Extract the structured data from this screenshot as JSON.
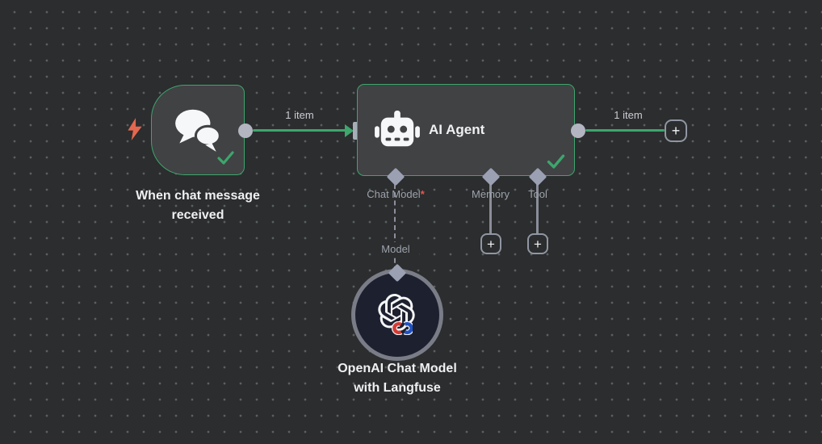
{
  "palette": {
    "canvas_bg": "#2b2d2e",
    "node_bg": "#414244",
    "accent_green": "#3ea56d",
    "connector_gray": "#9ba0b3",
    "model_node_bg": "#1d202e",
    "error_red": "#e25950",
    "trigger_bolt_orange": "#e4674f"
  },
  "nodes": {
    "trigger": {
      "title_line1": "When chat message",
      "title_line2": "received",
      "icon": "chat-bubbles-icon",
      "status": "success"
    },
    "agent": {
      "title": "AI Agent",
      "icon": "robot-icon",
      "status": "success",
      "ports": [
        {
          "label": "Chat Model",
          "required_marker": "*"
        },
        {
          "label": "Memory",
          "required_marker": ""
        },
        {
          "label": "Tool",
          "required_marker": ""
        }
      ]
    },
    "model": {
      "title_line1": "OpenAI Chat Model",
      "title_line2": "with Langfuse",
      "icon": "openai-logo-icon",
      "port_label": "Model"
    }
  },
  "edges": {
    "trigger_to_agent": {
      "label": "1 item"
    },
    "agent_output": {
      "label": "1 item"
    },
    "model_to_agent": {
      "label": "Model",
      "style": "dashed"
    }
  },
  "ui": {
    "plus_label": "+"
  }
}
